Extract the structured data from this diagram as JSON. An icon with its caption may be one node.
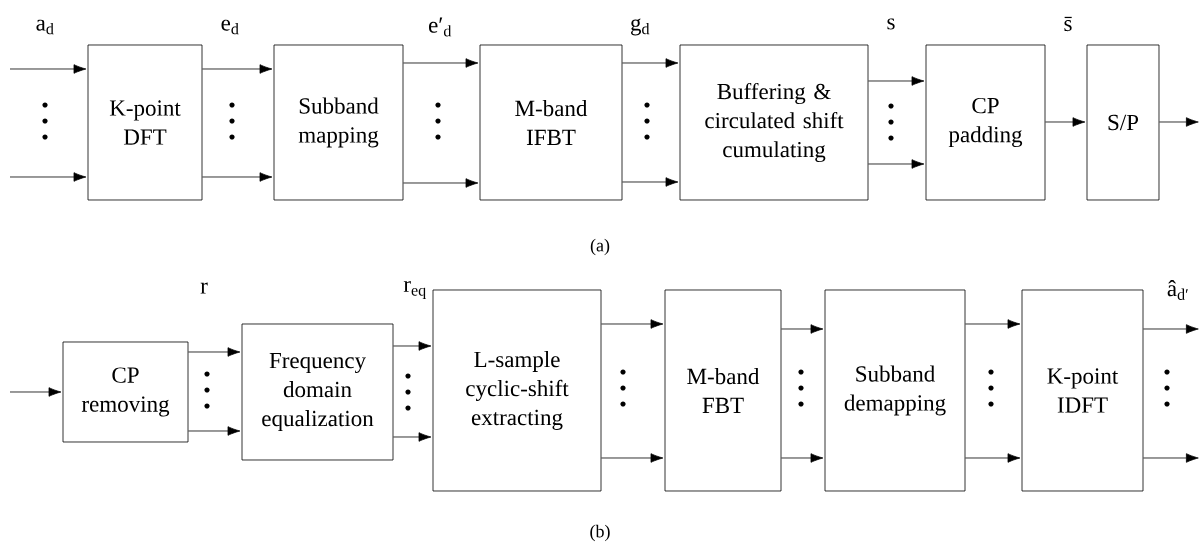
{
  "diagram": {
    "nodes": [
      {
        "text": [
          "K-point DFT"
        ]
      },
      {
        "text": [
          "Subband mapping"
        ]
      },
      {
        "text": [
          "M-band IFBT"
        ]
      },
      {
        "text": [
          "Buffering & circulated shift cumulating"
        ]
      },
      {
        "text": [
          "CP padding"
        ]
      },
      {
        "text": [
          "S/P"
        ]
      },
      {
        "text": [
          "CP removing"
        ]
      },
      {
        "text": [
          "Frequency domain equalization"
        ]
      },
      {
        "text": [
          "L-sample cyclic-shift extracting"
        ]
      },
      {
        "text": [
          "M-band FBT"
        ]
      },
      {
        "text": [
          "Subband demapping"
        ]
      },
      {
        "text": [
          "K-point IDFT"
        ]
      }
    ],
    "edges": [
      {
        "from": null,
        "to": 0,
        "arrow": "to"
      },
      {
        "from": null,
        "to": 0,
        "arrow": "to"
      },
      {
        "from": 0,
        "to": 1,
        "arrow": "to"
      },
      {
        "from": 0,
        "to": 1,
        "arrow": "to"
      },
      {
        "from": 1,
        "to": 2,
        "arrow": "to"
      },
      {
        "from": 1,
        "to": 2,
        "arrow": "to"
      },
      {
        "from": 2,
        "to": 3,
        "arrow": "to"
      },
      {
        "from": 2,
        "to": 3,
        "arrow": "to"
      },
      {
        "from": 3,
        "to": 4,
        "arrow": "to"
      },
      {
        "from": 3,
        "to": 4,
        "arrow": "to"
      },
      {
        "from": 4,
        "to": 5,
        "arrow": "to"
      },
      {
        "from": 5,
        "to": null,
        "arrow": "to"
      },
      {
        "from": null,
        "to": 6,
        "arrow": "to"
      },
      {
        "from": 6,
        "to": 7,
        "arrow": "to"
      },
      {
        "from": 6,
        "to": 7,
        "arrow": "to"
      },
      {
        "from": 7,
        "to": 8,
        "arrow": "to"
      },
      {
        "from": 7,
        "to": 8,
        "arrow": "to"
      },
      {
        "from": 8,
        "to": 9,
        "arrow": "to"
      },
      {
        "from": 8,
        "to": 9,
        "arrow": "to"
      },
      {
        "from": 9,
        "to": 10,
        "arrow": "to"
      },
      {
        "from": 9,
        "to": 10,
        "arrow": "to"
      },
      {
        "from": 10,
        "to": 11,
        "arrow": "to"
      },
      {
        "from": 10,
        "to": 11,
        "arrow": "to"
      },
      {
        "from": 11,
        "to": null,
        "arrow": "to"
      },
      {
        "from": 11,
        "to": null,
        "arrow": "to"
      }
    ],
    "labels": [
      "a$_{d}$",
      "e$_{d}$",
      "e′$_{d}$",
      "g$_{d}$",
      "s",
      "s̄",
      "(a)",
      "r",
      "r$_{eq}$",
      "â$_{d′}$",
      "(b)"
    ]
  }
}
